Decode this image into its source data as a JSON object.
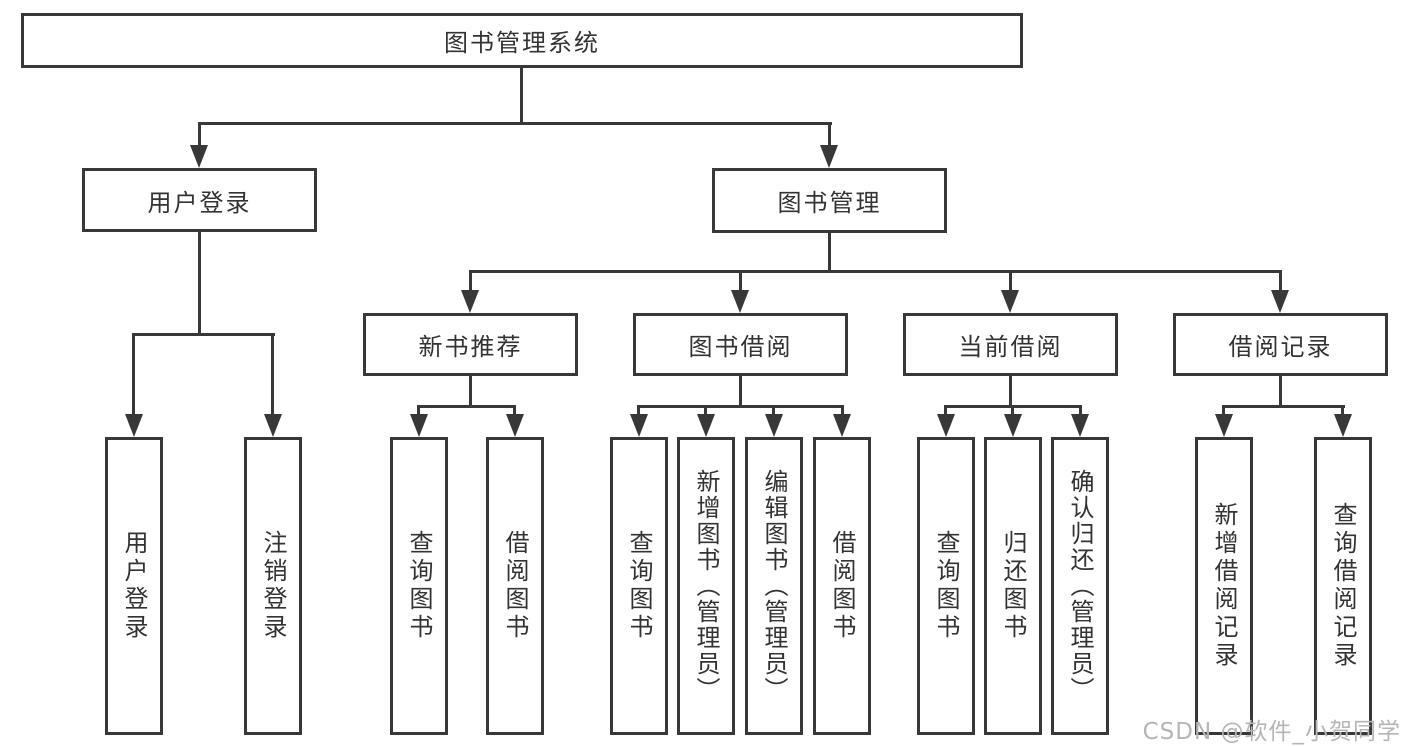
{
  "diagram": {
    "root": {
      "label": "图书管理系统"
    },
    "level2": {
      "user_login": {
        "label": "用户登录"
      },
      "book_mgmt": {
        "label": "图书管理"
      }
    },
    "level3": {
      "new_book_recommend": {
        "label": "新书推荐"
      },
      "book_borrow": {
        "label": "图书借阅"
      },
      "current_borrow": {
        "label": "当前借阅"
      },
      "borrow_records": {
        "label": "借阅记录"
      }
    },
    "leaves": {
      "user_login": {
        "label": "用户登录"
      },
      "logout": {
        "label": "注销登录"
      },
      "nb_query_books": {
        "label": "查询图书"
      },
      "nb_borrow_books": {
        "label": "借阅图书"
      },
      "bb_query_books": {
        "label": "查询图书"
      },
      "bb_add_books": {
        "label": "新增图书（管理员）"
      },
      "bb_edit_books": {
        "label": "编辑图书（管理员）"
      },
      "bb_borrow_books": {
        "label": "借阅图书"
      },
      "cb_query_books": {
        "label": "查询图书"
      },
      "cb_return_books": {
        "label": "归还图书"
      },
      "cb_confirm_return": {
        "label": "确认归还（管理员）"
      },
      "br_add_record": {
        "label": "新增借阅记录"
      },
      "br_query_record": {
        "label": "查询借阅记录"
      }
    },
    "watermark": "CSDN @软件_小贺同学",
    "colors": {
      "line": "#383838",
      "text": "#333333",
      "watermark": "#b5b5b5",
      "background": "#ffffff"
    }
  }
}
